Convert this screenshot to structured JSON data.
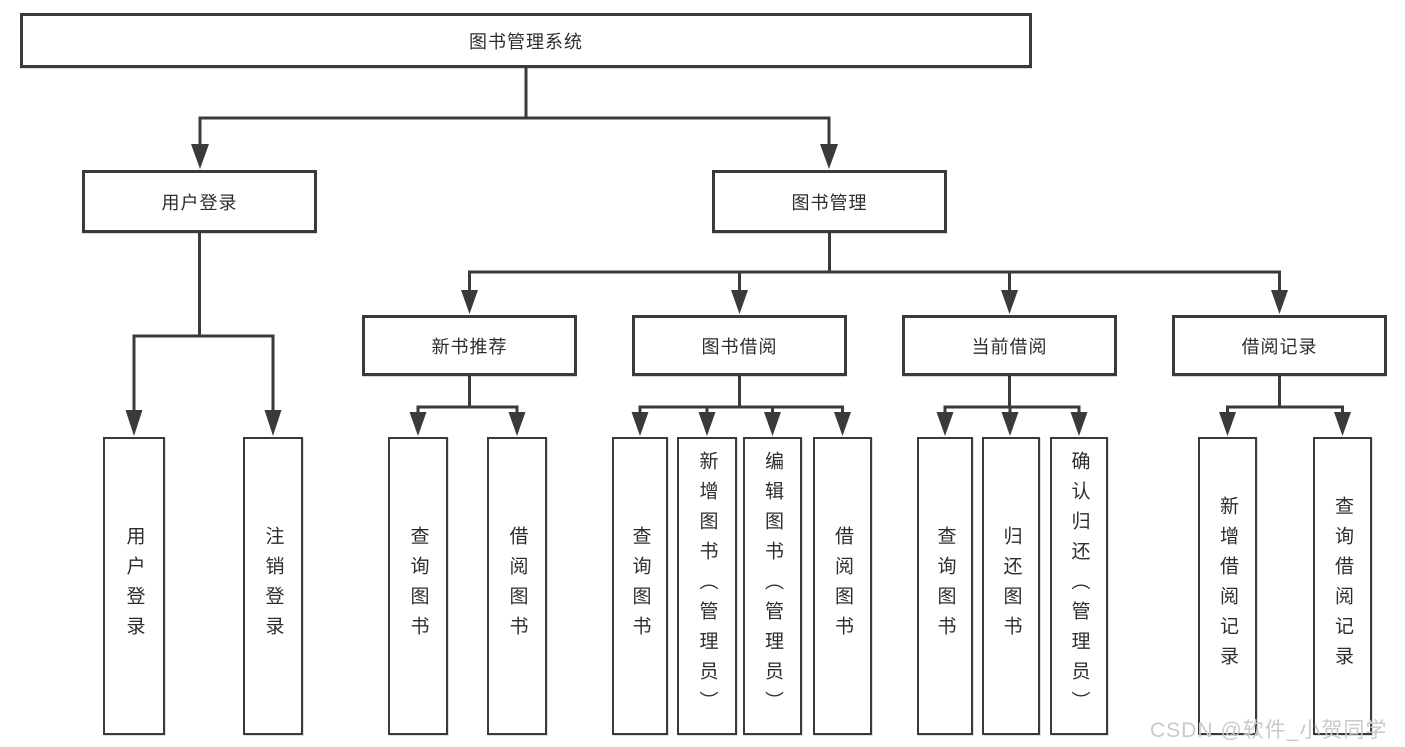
{
  "colors": {
    "line": "#3a3a3a",
    "box_border": "#3a3a3a",
    "text": "#2d2d2d",
    "background": "#ffffff",
    "watermark": "#c9c9c9"
  },
  "watermark": "CSDN @软件_小贺同学",
  "tree": {
    "root": {
      "label": "图书管理系统"
    },
    "level2": [
      {
        "label": "用户登录",
        "children": [
          "用户登录",
          "注销登录"
        ]
      },
      {
        "label": "图书管理"
      }
    ],
    "level3": [
      {
        "label": "新书推荐",
        "children": [
          "查询图书",
          "借阅图书"
        ]
      },
      {
        "label": "图书借阅",
        "children": [
          "查询图书",
          "新增图书（管理员）",
          "编辑图书（管理员）",
          "借阅图书"
        ]
      },
      {
        "label": "当前借阅",
        "children": [
          "查询图书",
          "归还图书",
          "确认归还（管理员）"
        ]
      },
      {
        "label": "借阅记录",
        "children": [
          "新增借阅记录",
          "查询借阅记录"
        ]
      }
    ]
  }
}
